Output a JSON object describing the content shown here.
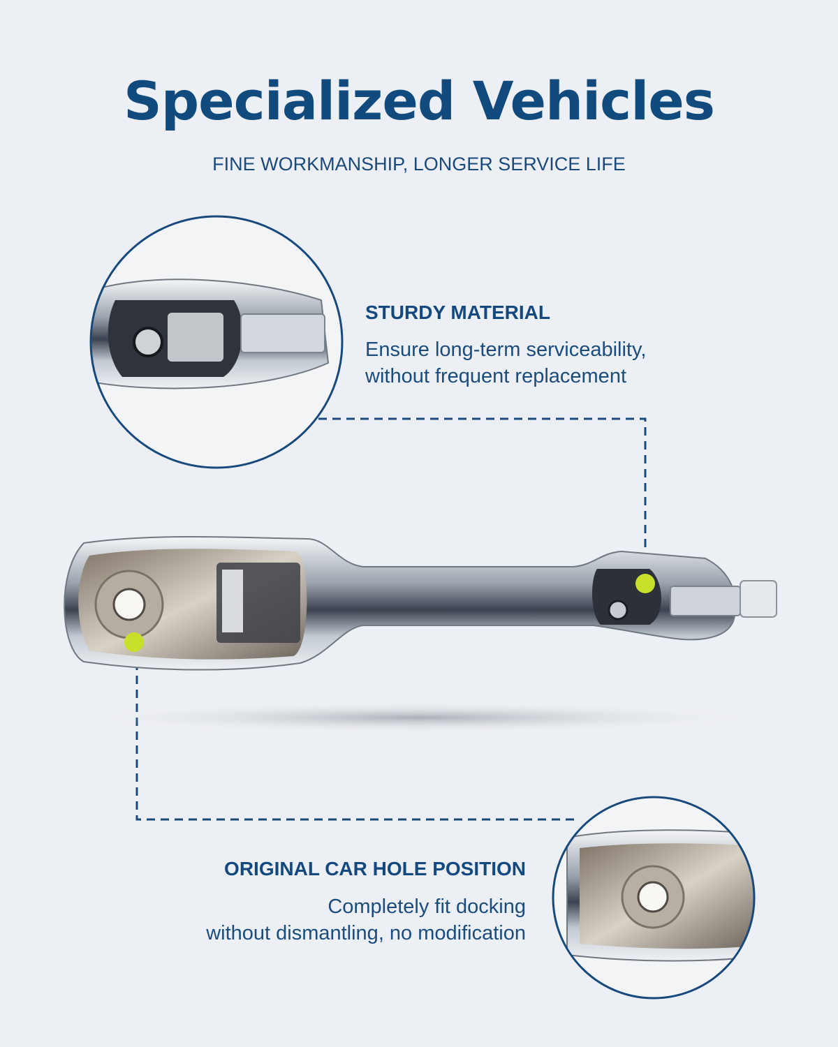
{
  "header": {
    "title": "Specialized Vehicles",
    "subtitle": "FINE WORKMANSHIP, LONGER SERVICE LIFE"
  },
  "features": [
    {
      "heading": "STURDY MATERIAL",
      "line1": "Ensure long-term serviceability,",
      "line2": "without frequent replacement"
    },
    {
      "heading": "ORIGINAL CAR HOLE POSITION",
      "line1": "Completely fit docking",
      "line2": "without dismantling, no modification"
    }
  ],
  "colors": {
    "background": "#eceff3",
    "accent": "#114a7d",
    "marker": "#c8e02a"
  }
}
